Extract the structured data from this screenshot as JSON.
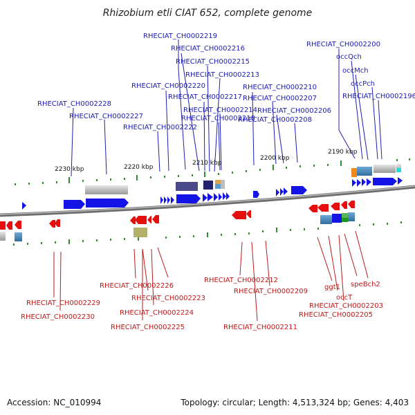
{
  "title": "Rhizobium etli CIAT 652, complete genome",
  "footer": {
    "accession": "Accession: NC_010994",
    "topology": "Topology: circular; Length: 4,513,324 bp; Genes: 4,403"
  },
  "scale_labels": [
    "2230 kbp",
    "2220 kbp",
    "2210 kbp",
    "2200 kbp",
    "2190 kbp"
  ],
  "top_strand_genes": [
    "RHECIAT_CH0002219",
    "RHECIAT_CH0002216",
    "RHECIAT_CH0002215",
    "RHECIAT_CH0002213",
    "RHECIAT_CH0002220",
    "RHECIAT_CH0002217",
    "RHECIAT_CH0002214",
    "RHECIAT_CH0002218",
    "RHECIAT_CH0002222",
    "RHECIAT_CH0002228",
    "RHECIAT_CH0002227",
    "RHECIAT_CH0002210",
    "RHECIAT_CH0002207",
    "RHECIAT_CH0002206",
    "RHECIAT_CH0002208",
    "RHECIAT_CH0002200",
    "occQch",
    "occMch",
    "occPch",
    "RHECIAT_CH0002196"
  ],
  "bottom_strand_genes": [
    "RHECIAT_CH0002229",
    "RHECIAT_CH0002230",
    "RHECIAT_CH0002226",
    "RHECIAT_CH0002223",
    "RHECIAT_CH0002224",
    "RHECIAT_CH0002225",
    "RHECIAT_CH0002212",
    "RHECIAT_CH0002209",
    "RHECIAT_CH0002211",
    "ggt1",
    "occT",
    "speBch2",
    "RHECIAT_CH0002203",
    "RHECIAT_CH0002205"
  ],
  "colors": {
    "forward_gene": "#1414e6",
    "reverse_gene": "#e60f0f",
    "top_label": "#1c1cb4",
    "bottom_label": "#c01818",
    "backbone": "#6e6e6e",
    "tick": "#2e8b2e"
  }
}
